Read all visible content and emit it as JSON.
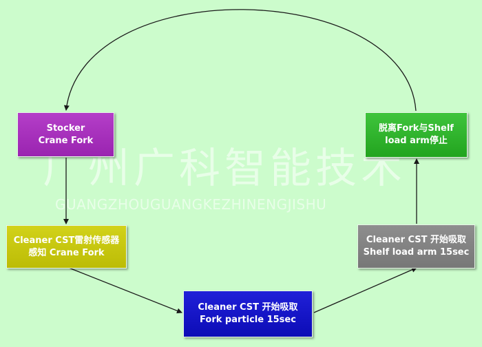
{
  "watermark": {
    "chinese": "广州广科智能技术",
    "pinyin": "GUANGZHOUGUANGKEZHINENGJISHU"
  },
  "nodes": {
    "stocker_fork": {
      "label": "Stocker\nCrane Fork",
      "color": "#a830bc"
    },
    "release_fork": {
      "label": "脱离Fork与Shelf\nload arm停止",
      "color": "#30b42d"
    },
    "laser_detect": {
      "label": "Cleaner CST雷射传感器\n感知 Crane Fork",
      "color": "#c8c810"
    },
    "shelf_suction": {
      "label": "Cleaner CST 开始吸取\nShelf load arm 15sec",
      "color": "#828282"
    },
    "fork_suction": {
      "label": "Cleaner CST 开始吸取\nFork particle 15sec",
      "color": "#1414c8"
    }
  },
  "edges": [
    {
      "from": "release_fork",
      "to": "stocker_fork",
      "style": "curved-arc"
    },
    {
      "from": "stocker_fork",
      "to": "laser_detect"
    },
    {
      "from": "laser_detect",
      "to": "fork_suction"
    },
    {
      "from": "fork_suction",
      "to": "shelf_suction"
    },
    {
      "from": "shelf_suction",
      "to": "release_fork"
    }
  ],
  "colors": {
    "background": "#ccfccc",
    "edge": "#1a1a1a"
  }
}
